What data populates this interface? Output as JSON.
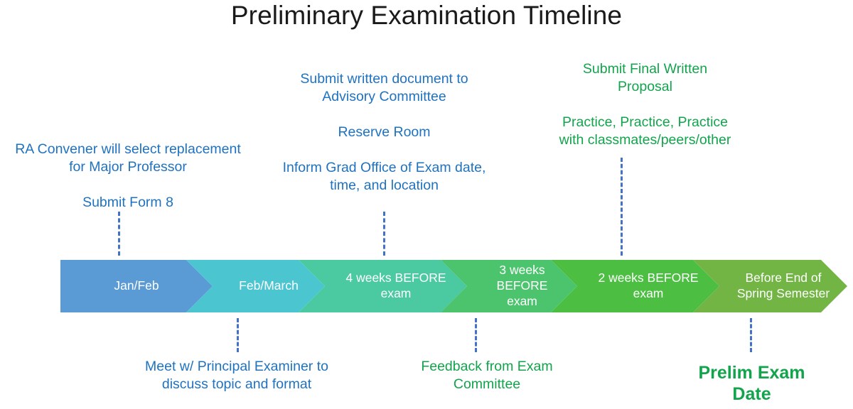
{
  "title": "Preliminary Examination Timeline",
  "colors": {
    "title_text": "#1a1a1a",
    "annotation_blue": "#1F72C0",
    "annotation_green": "#12A44C",
    "connector_line": "#4472C4",
    "segment_label": "#FFFFFF"
  },
  "timeline": {
    "segments": [
      {
        "label": "Jan/Feb",
        "lines": [
          "Jan/Feb"
        ],
        "color": "#5B9BD5"
      },
      {
        "label": "Feb/March",
        "lines": [
          "Feb/March"
        ],
        "color": "#4BC6D0"
      },
      {
        "label": "4 weeks BEFORE exam",
        "lines": [
          "4 weeks BEFORE",
          "exam"
        ],
        "color": "#4BC9A0"
      },
      {
        "label": "3 weeks BEFORE exam",
        "lines": [
          "3 weeks",
          "BEFORE",
          "exam"
        ],
        "color": "#4CC46E"
      },
      {
        "label": "2 weeks BEFORE exam",
        "lines": [
          "2 weeks BEFORE",
          "exam"
        ],
        "color": "#4CBF43"
      },
      {
        "label": "Before End of Spring Semester",
        "lines": [
          "Before End of",
          "Spring Semester"
        ],
        "color": "#72B545"
      }
    ]
  },
  "annotations": {
    "above": [
      {
        "id": "jan-feb-tasks",
        "color": "blue",
        "text": "RA Convener will select replacement\nfor Major Professor\n\nSubmit Form 8"
      },
      {
        "id": "four-weeks-tasks",
        "color": "blue",
        "text": "Submit written document to\nAdvisory Committee\n\nReserve Room\n\nInform Grad Office of Exam date,\ntime, and location"
      },
      {
        "id": "two-weeks-tasks",
        "color": "green",
        "text": "Submit Final Written\nProposal\n\nPractice, Practice, Practice\nwith classmates/peers/other"
      }
    ],
    "below": [
      {
        "id": "feb-march-task",
        "color": "blue",
        "text": "Meet w/ Principal Examiner to\ndiscuss topic and format"
      },
      {
        "id": "three-weeks-task",
        "color": "green",
        "text": "Feedback from Exam\nCommittee"
      },
      {
        "id": "prelim-exam-date",
        "color": "green",
        "emphasis": "bold",
        "text": "Prelim Exam\nDate"
      }
    ]
  }
}
